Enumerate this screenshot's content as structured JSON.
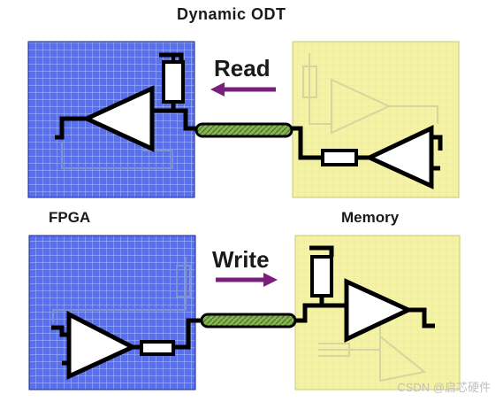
{
  "title": "Dynamic ODT",
  "labels": {
    "fpga": "FPGA",
    "memory": "Memory",
    "read": "Read",
    "write": "Write"
  },
  "watermark": "CSDN @启芯硬件",
  "colors": {
    "fpga_fill": "#5a6ff0",
    "fpga_grid": "#a9b6ff",
    "memory_fill": "#f4f3a3",
    "wire": "#000000",
    "cable": "#7fae4f",
    "arrow": "#7a1f7a"
  }
}
